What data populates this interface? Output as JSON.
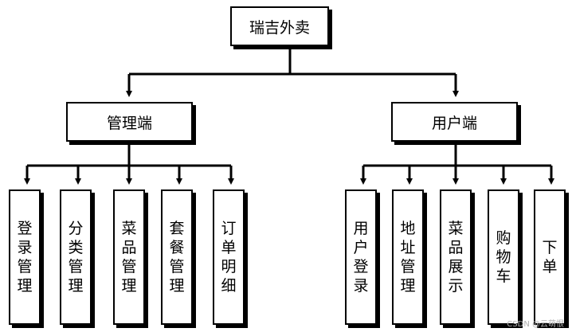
{
  "root": {
    "label": "瑞吉外卖"
  },
  "branches": [
    {
      "label": "管理端",
      "children": [
        "登录管理",
        "分类管理",
        "菜品管理",
        "套餐管理",
        "订单明细"
      ]
    },
    {
      "label": "用户端",
      "children": [
        "用户登录",
        "地址管理",
        "菜品展示",
        "购物车",
        "下单"
      ]
    }
  ],
  "watermark": "CSDN @云萌恨"
}
